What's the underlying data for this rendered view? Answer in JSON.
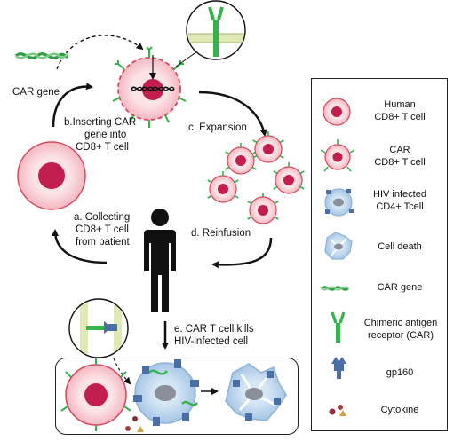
{
  "labels": {
    "car_gene": "CAR gene",
    "step_b_line1": "b.Inserting CAR",
    "step_b_line2": "gene into",
    "step_b_line3": "CD8+ T cell",
    "step_c": "c. Expansion",
    "step_a_line1": "a. Collecting",
    "step_a_line2": "CD8+ T cell",
    "step_a_line3": "from patient",
    "step_d": "d. Reinfusion",
    "step_e_line1": "e. CAR T cell kills",
    "step_e_line2": "HIV-infected cell"
  },
  "legend": {
    "items": [
      {
        "icon": "human-cd8-t-cell-icon",
        "line1": "Human",
        "line2": "CD8+ T cell"
      },
      {
        "icon": "car-cd8-t-cell-icon",
        "line1": "CAR",
        "line2": "CD8+ T cell"
      },
      {
        "icon": "hiv-infected-cd4-t-cell-icon",
        "line1": "HIV infected",
        "line2": "CD4+ Tcell"
      },
      {
        "icon": "cell-death-icon",
        "line1": "Cell death",
        "line2": ""
      },
      {
        "icon": "car-gene-icon",
        "line1": "CAR gene",
        "line2": ""
      },
      {
        "icon": "chimeric-antigen-receptor-icon",
        "line1": "Chimeric antigen",
        "line2": "receptor (CAR)"
      },
      {
        "icon": "gp160-icon",
        "line1": "gp160",
        "line2": ""
      },
      {
        "icon": "cytokine-icon",
        "line1": "Cytokine",
        "line2": ""
      }
    ]
  },
  "colors": {
    "cell_fill": "#fbe3e6",
    "cell_ring": "#d8475e",
    "nucleus": "#c21f4e",
    "car_green": "#33b34a",
    "hiv_cell": "#b9d4ec",
    "hiv_cell_edge": "#8fb3d6",
    "gp160": "#4a6fa5",
    "membrane": "#dfe9b8"
  }
}
